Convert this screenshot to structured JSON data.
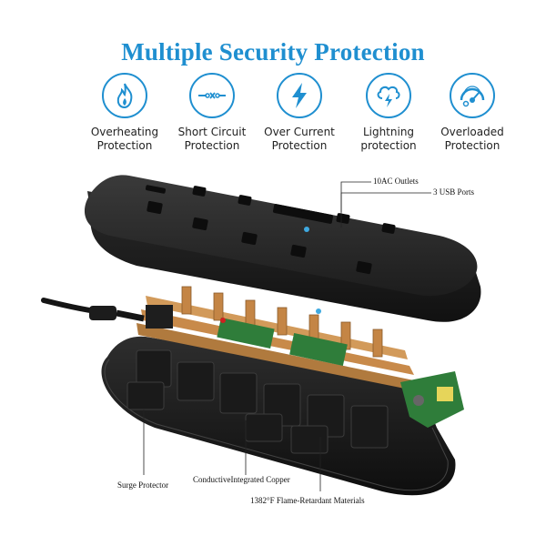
{
  "title": "Multiple Security Protection",
  "features": [
    {
      "icon": "flame-icon",
      "line1": "Overheating",
      "line2": "Protection"
    },
    {
      "icon": "short-circuit-icon",
      "line1": "Short Circuit",
      "line2": "Protection"
    },
    {
      "icon": "lightning-bolt-icon",
      "line1": "Over Current",
      "line2": "Protection"
    },
    {
      "icon": "cloud-lightning-icon",
      "line1": "Lightning",
      "line2": "protection"
    },
    {
      "icon": "gauge-icon",
      "line1": "Overloaded",
      "line2": "Protection"
    }
  ],
  "callouts": {
    "ac_outlets": "10AC Outlets",
    "usb_ports": "3 USB Ports",
    "surge_protector": "Surge Protector",
    "copper": "ConductiveIntegrated Copper",
    "flame_retardant": "1382°F Flame-Retardant Materials"
  },
  "colors": {
    "accent": "#1f8fd0",
    "body": "#2b2b2b",
    "copper": "#c88a4a",
    "pcb": "#2f7d3a"
  }
}
